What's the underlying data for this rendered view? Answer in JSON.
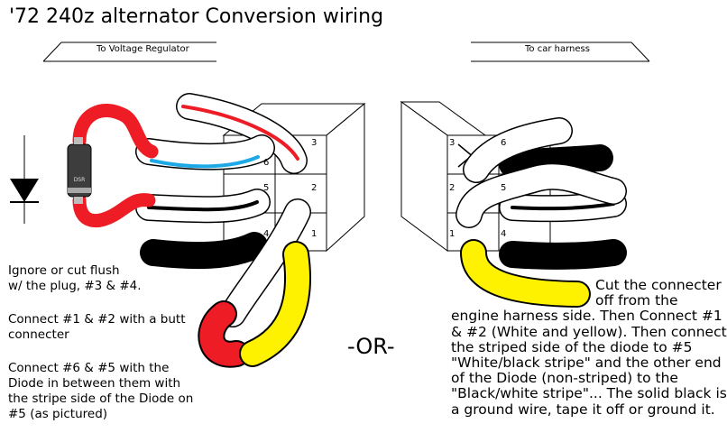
{
  "title": "'72 240z alternator Conversion wiring",
  "left_caption": "To Voltage Regulator",
  "right_caption": "To car harness",
  "diode_label": "DSR",
  "left_connector_pins": {
    "p3": "3",
    "p6": "6",
    "p5": "5",
    "p2": "2",
    "p4": "4",
    "p1": "1"
  },
  "right_connector_pins": {
    "p3": "3",
    "p6": "6",
    "p2": "2",
    "p5": "5",
    "p1": "1",
    "p4": "4"
  },
  "notes": {
    "ignore_line1": "Ignore or cut flush",
    "ignore_line2": "w/ the plug, #3 & #4.",
    "connect_line1": "Connect #1 & #2 with a butt",
    "connect_line2": "connecter",
    "diode_line1": "Connect #6 & #5 with the",
    "diode_line2": "Diode in between them with",
    "diode_line3": "the stripe side of the Diode on",
    "diode_line4": "#5 (as pictured)"
  },
  "or_label": "-OR-",
  "cut_text": {
    "line1": "Cut the connecter",
    "line2": "off from the",
    "line3": "engine harness side. Then Connect #1",
    "line4": "& #2 (White and yellow). Then connect",
    "line5": "the striped side of the diode to #5",
    "line6": "\"White/black stripe\" and the other end",
    "line7": "of the Diode (non-striped) to the",
    "line8": "\"Black/white stripe\"... The solid black is",
    "line9": "a ground wire, tape it off or ground it."
  },
  "colors": {
    "red": "#ee1c25",
    "yellow": "#fff200",
    "blue": "#1ca9e6",
    "black": "#000000",
    "white": "#ffffff"
  }
}
